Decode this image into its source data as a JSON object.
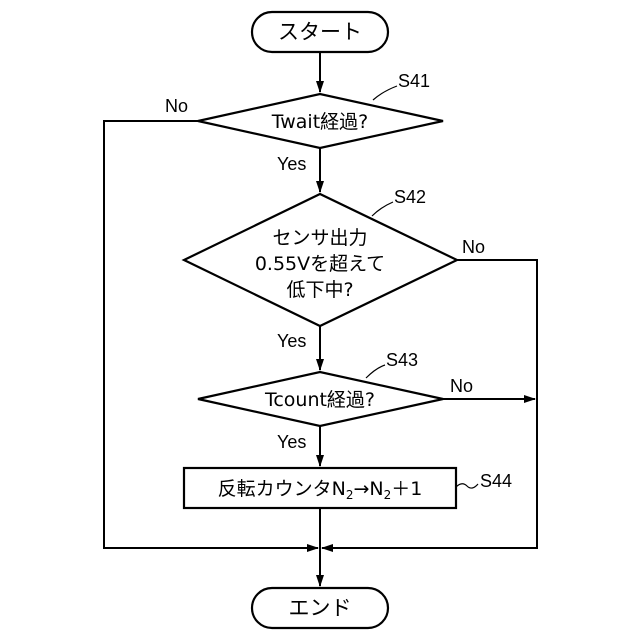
{
  "terminals": {
    "start": "スタート",
    "end": "エンド"
  },
  "steps": {
    "s41": {
      "id": "S41",
      "text": "Twait経過?"
    },
    "s42": {
      "id": "S42",
      "lines": [
        "センサ出力",
        "0.55Vを超えて",
        "低下中?"
      ]
    },
    "s43": {
      "id": "S43",
      "text": "Tcount経過?"
    },
    "s44": {
      "id": "S44",
      "prefix": "反転カウンタN",
      "sub1": "2",
      "mid": "→N",
      "sub2": "2",
      "suffix": "＋1"
    }
  },
  "branches": {
    "s41_no": "No",
    "s41_yes": "Yes",
    "s42_no": "No",
    "s42_yes": "Yes",
    "s43_no": "No",
    "s43_yes": "Yes"
  }
}
